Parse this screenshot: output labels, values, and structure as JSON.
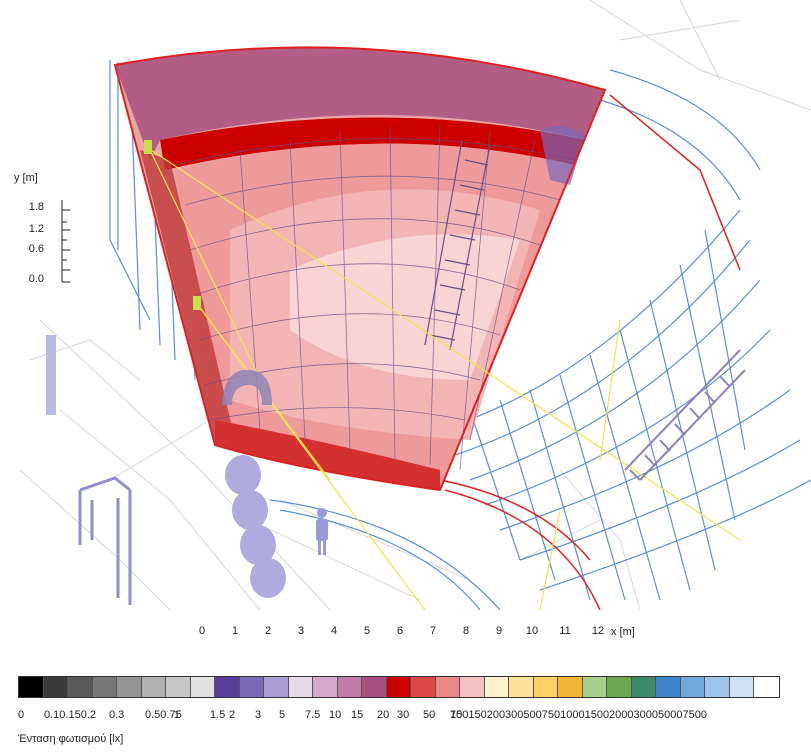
{
  "axes": {
    "y_label": "y [m]",
    "y_ticks": [
      "1.8",
      "1.2",
      "0.6",
      "0.0"
    ],
    "x_label": "x [m]",
    "x_ticks": [
      "0",
      "1",
      "2",
      "3",
      "4",
      "5",
      "6",
      "7",
      "8",
      "9",
      "10",
      "11",
      "12"
    ]
  },
  "legend": {
    "title": "Ένταση φωτισμού [lx]",
    "values": [
      "0",
      "0.1",
      "0.15",
      "0.2",
      "0.3",
      "0.5",
      "0.75",
      "1",
      "1.5",
      "2",
      "3",
      "5",
      "7.5",
      "10",
      "15",
      "20",
      "30",
      "50",
      "75",
      "100",
      "150",
      "200",
      "300",
      "500",
      "750",
      "1000",
      "1500",
      "2000",
      "3000",
      "5000",
      "7500"
    ],
    "label_text": [
      "0",
      "0.10.150.2",
      "0.3",
      "0.50.75",
      "1",
      "1.5",
      "2",
      "3",
      "5",
      "7.5",
      "10",
      "15",
      "20",
      "30",
      "50",
      "75",
      "100150200300500750100015002000300050007500"
    ],
    "colors": [
      "#000000",
      "#3a3a3a",
      "#5a5a5a",
      "#777777",
      "#959595",
      "#b0b0b0",
      "#c8c8c8",
      "#e2e2e2",
      "#5a3e9e",
      "#7a68b8",
      "#a89dd4",
      "#e8d8e8",
      "#d8a8c8",
      "#c07ca8",
      "#a85080",
      "#cc0000",
      "#e04848",
      "#e88888",
      "#f4c0c0",
      "#fff2cc",
      "#ffe199",
      "#ffd166",
      "#f2b633",
      "#a8d08d",
      "#6aa84f",
      "#3d8a6a",
      "#3d85c6",
      "#6fa8dc",
      "#9fc5e8",
      "#cfe2f3",
      "#ffffff"
    ]
  },
  "colors": {
    "outline_red": "#e02020",
    "grid_blue": "#5b8fd6",
    "ray_yellow": "#f2e34a",
    "figure_lavender": "#9a9ad8"
  }
}
